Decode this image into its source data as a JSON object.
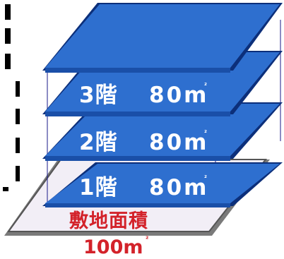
{
  "floors": [
    {
      "label": "3階",
      "area": "80m",
      "unit_mark": "²"
    },
    {
      "label": "2階",
      "area": "80m",
      "unit_mark": "²"
    },
    {
      "label": "1階",
      "area": "80m",
      "unit_mark": "²"
    }
  ],
  "site": {
    "label": "敷地面積",
    "area": "100m",
    "unit_mark": "²"
  },
  "colors": {
    "slab_blue": "#2e6fcf",
    "slab_outline": "#0c2f7a",
    "site_fill": "#f2eef6",
    "site_outline": "#555555",
    "text_red": "#d3222a",
    "text_white": "#ffffff",
    "dash_line": "#000000"
  }
}
